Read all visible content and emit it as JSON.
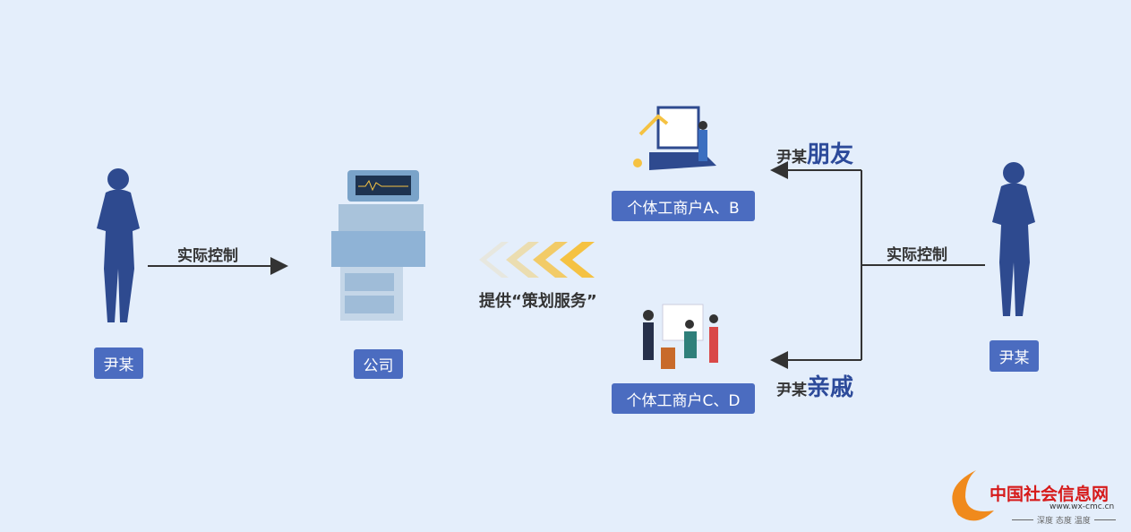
{
  "left_person": {
    "label": "尹某"
  },
  "left_arrow_label": "实际控制",
  "company": {
    "label": "公司"
  },
  "service_label": "提供“策划服务”",
  "merchants_ab": {
    "label": "个体工商户A、B"
  },
  "merchants_cd": {
    "label": "个体工商户C、D"
  },
  "friend_label": {
    "prefix": "尹某",
    "suffix": "朋友"
  },
  "relative_label": {
    "prefix": "尹某",
    "suffix": "亲戚"
  },
  "right_arrow_label": "实际控制",
  "right_person": {
    "label": "尹某"
  },
  "watermark": {
    "name": "中国社会信息网",
    "url": "www.wx-cmc.cn",
    "slogan": "深度 态度 温度"
  },
  "colors": {
    "label_bg": "#4b6cc0",
    "silhouette": "#2e4a8f",
    "chevron": "#f5c242"
  }
}
